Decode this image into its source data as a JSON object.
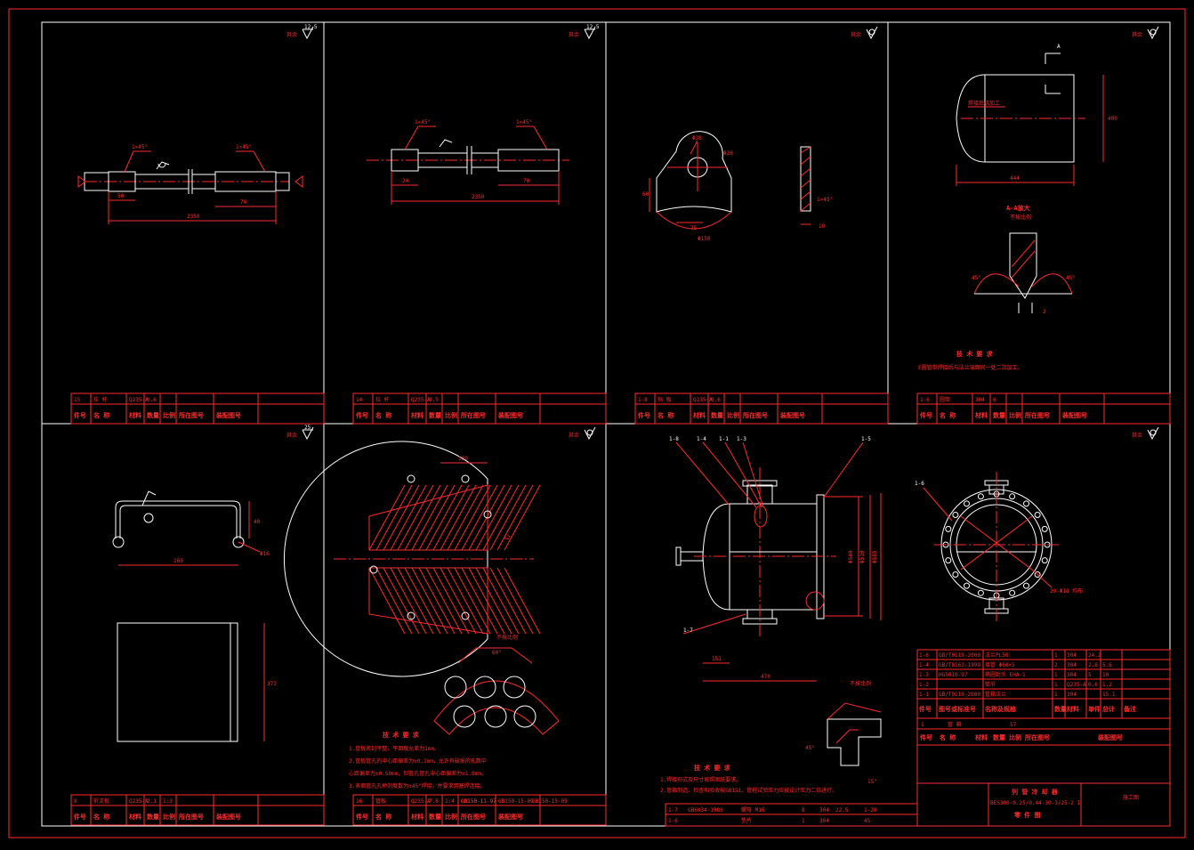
{
  "roughness_marks": [
    "12.5",
    "12.5",
    "",
    "",
    "25",
    "",
    ""
  ],
  "panel1": {
    "chamfer_left": "1×45°",
    "chamfer_right": "1×45°",
    "dims": [
      "50",
      "70",
      "2350"
    ],
    "title_row": [
      "15",
      "拉 杆",
      "Q235-A",
      "0.6"
    ]
  },
  "panel2": {
    "chamfer_left": "1×45°",
    "chamfer_right": "1×45°",
    "dims": [
      "24",
      "70",
      "2350"
    ],
    "title_row": [
      "14",
      "拉 杆",
      "Q235-A",
      "3.5"
    ]
  },
  "panel3": {
    "dims": [
      "Φ38",
      "Φ26",
      "60",
      "75",
      "Φ150",
      "10",
      "1×45°"
    ],
    "title_row": [
      "1-8",
      "挡 板",
      "Q235-A",
      "0.6"
    ]
  },
  "panel4": {
    "section_label": "A",
    "note_leader": "焊接后机加工",
    "dims": [
      "444",
      "400"
    ],
    "section_title": "A-A放大",
    "section_sub": "不按比例",
    "angles": [
      "45°",
      "45°"
    ],
    "gap": "2",
    "tech_title": "技 术 要 求",
    "tech_text": "E圆管带焊接后与法兰端面同一处二次加工。",
    "title_row": [
      "1-6",
      "圆筒",
      "304",
      "6"
    ]
  },
  "panel5": {
    "dims": [
      "160",
      "40",
      "Φ16",
      "373"
    ],
    "title_row": [
      "8",
      "折流板",
      "Q235-A",
      "2.1",
      "1:3"
    ]
  },
  "panel6": {
    "dims": [
      "130",
      "12"
    ],
    "detail_title": "不按比例",
    "detail_angle": "60°",
    "tech_title": "技 术 要 求",
    "tech_lines": [
      "1.管板密封平整，平面度允差为1mm。",
      "2.管板管孔的中心距偏差为±0.1mm，允许有破损的孔数中",
      "  心距偏差为±0.50mm，但管孔管孔中心距偏差为±1.0mm。",
      "3.表面管孔孔桥的度数为±45°焊接，并要求用塞焊连接。"
    ],
    "title_row": [
      "16",
      "管板",
      "Q235-A",
      "7.6",
      "1:4",
      "GB150-11-97",
      "GB150-15-09"
    ]
  },
  "panel7": {
    "callouts": [
      "1-8",
      "1-4",
      "1-1",
      "1-3",
      "1-5",
      "1-7",
      "1-6"
    ],
    "dims": [
      "Φ540",
      "Φ510",
      "Φ585",
      "470",
      "151"
    ],
    "detail_title": "不按比例",
    "detail_angles": [
      "45°",
      "15°"
    ],
    "tech_title": "技 术 要 求",
    "tech_lines": [
      "1.焊接形式及尺寸按照图纸要求。",
      "2.管箱制造、检查和验收按GB151。管程试验压力应按设计压力二倍进行。"
    ],
    "holes_label": "20-Φ18 均布",
    "bom": [
      [
        "1-6",
        "GB/T9119-2000",
        "法兰PL50",
        "1",
        "304",
        "24.2"
      ],
      [
        "1-4",
        "GB/T8163-1999",
        "接管 Φ60×5",
        "2",
        "304",
        "2.8",
        "5.6"
      ],
      [
        "1-3",
        "HG5010-97",
        "椭圆封头 EHA-1",
        "1",
        "304",
        "5",
        "10"
      ],
      [
        "1-2",
        "",
        "筒节",
        "1",
        "Q235-A",
        "0.6",
        "1.2"
      ],
      [
        "1-1",
        "GB/T9119-2000",
        "管箱法兰",
        "1",
        "304",
        "",
        "15.1"
      ]
    ],
    "bom_header": [
      "件号",
      "图号或标准号",
      "名称及规格",
      "数量",
      "材料",
      "单件",
      "总计",
      "备注"
    ],
    "main_row": [
      "1",
      "管 箱",
      "",
      "57"
    ],
    "drawing_title": "列 管 冷 却 器",
    "drawing_no": "BES300-0.25/0.44-30-3/25-2 I",
    "drawing_kind": "零 件 图",
    "stage": "施工图",
    "bottom_rows": [
      [
        "1-7",
        "GB6034-1986",
        "螺母 M16",
        "8",
        "304",
        "22.5",
        "1-20"
      ],
      [
        "1-6",
        "",
        "垫片",
        "1",
        "304",
        "",
        "45"
      ]
    ]
  },
  "header_cells": [
    "件号",
    "名 称",
    "材料",
    "数量",
    "比例",
    "所在图号",
    "装配图号"
  ]
}
